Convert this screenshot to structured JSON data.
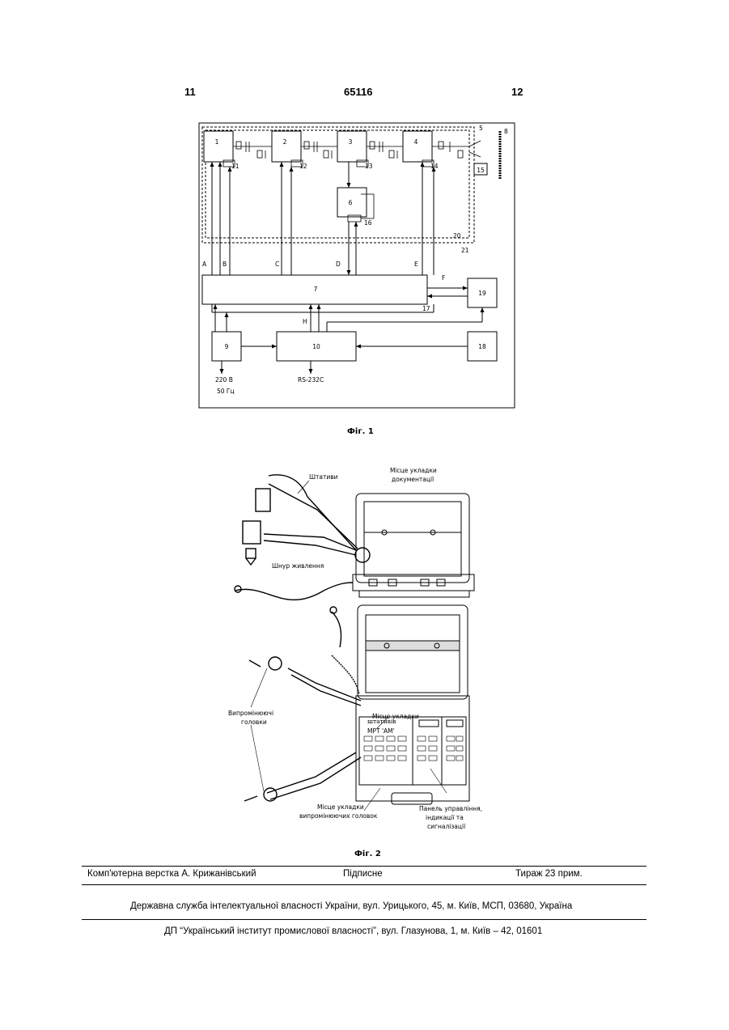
{
  "header": {
    "page_left": "11",
    "patent_number": "65116",
    "page_right": "12"
  },
  "figure1": {
    "caption": "Фіг. 1",
    "blocks": [
      "1",
      "2",
      "3",
      "4",
      "6",
      "7",
      "9",
      "10",
      "15",
      "18",
      "19"
    ],
    "numbers": [
      "11",
      "12",
      "13",
      "14",
      "16",
      "17",
      "20",
      "21",
      "5",
      "8"
    ],
    "line_labels": [
      "A",
      "B",
      "C",
      "D",
      "E",
      "F",
      "H"
    ],
    "power_label": "220 В",
    "freq_label": "50 Гц",
    "interface_label": "RS-232C"
  },
  "figure2": {
    "caption": "Фіг. 2",
    "labels": {
      "tripods": "Штативи",
      "docs_line1": "Місце укладки",
      "docs_line2": "документації",
      "cord": "Шнур живлення",
      "heads_line1": "Випромінюючі",
      "heads_line2": "головки",
      "tripod_place_line1": "Місце укладки",
      "tripod_place_line2": "штативів",
      "heads_place_line1": "Місце укладки",
      "heads_place_line2": "випромінюючих головок",
      "panel_line1": "Панель управління,",
      "panel_line2": "індикації та",
      "panel_line3": "сигналізації",
      "device_name": "МРТ 'АМ'"
    }
  },
  "footer": {
    "layout_by": "Комп'ютерна верстка А. Крижанівський",
    "signed": "Підписне",
    "print_run": "Тираж 23 прим.",
    "agency": "Державна служба інтелектуальної власності України, вул. Урицького, 45, м. Київ, МСП, 03680, Україна",
    "institute": "ДП “Український інститут промислової власності”, вул. Глазунова, 1, м. Київ – 42, 01601"
  }
}
